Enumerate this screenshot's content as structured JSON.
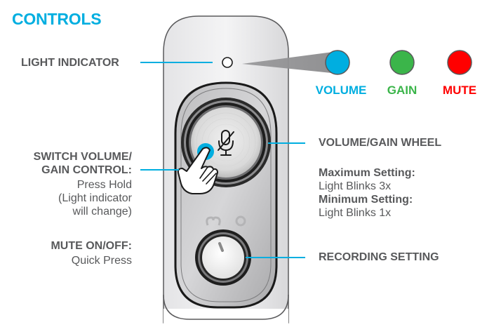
{
  "title": "CONTROLS",
  "colors": {
    "accent": "#00aee0",
    "text": "#58595b",
    "volume": "#00aee0",
    "gain": "#3bb54a",
    "mute": "#ff0000"
  },
  "light_indicator": {
    "label": "LIGHT INDICATOR",
    "states": [
      {
        "name": "VOLUME",
        "color": "#00aee0"
      },
      {
        "name": "GAIN",
        "color": "#3bb54a"
      },
      {
        "name": "MUTE",
        "color": "#ff0000"
      }
    ]
  },
  "switch_control": {
    "heading_line1": "SWITCH VOLUME/",
    "heading_line2": "GAIN CONTROL:",
    "desc_line1": "Press Hold",
    "desc_line2": "(Light indicator",
    "desc_line3": "will change)"
  },
  "mute_control": {
    "heading": "MUTE ON/OFF:",
    "desc": "Quick Press"
  },
  "wheel": {
    "label": "VOLUME/GAIN WHEEL",
    "max_heading": "Maximum Setting:",
    "max_desc": "Light Blinks 3x",
    "min_heading": "Minimum Setting:",
    "min_desc": "Light Blinks 1x"
  },
  "recording": {
    "label": "RECORDING SETTING"
  },
  "icons": {
    "mic": "microphone-muted-icon",
    "hand": "pointing-hand-icon",
    "pattern_cardioid": "cardioid-pattern-icon",
    "pattern_omni": "omni-pattern-icon"
  }
}
